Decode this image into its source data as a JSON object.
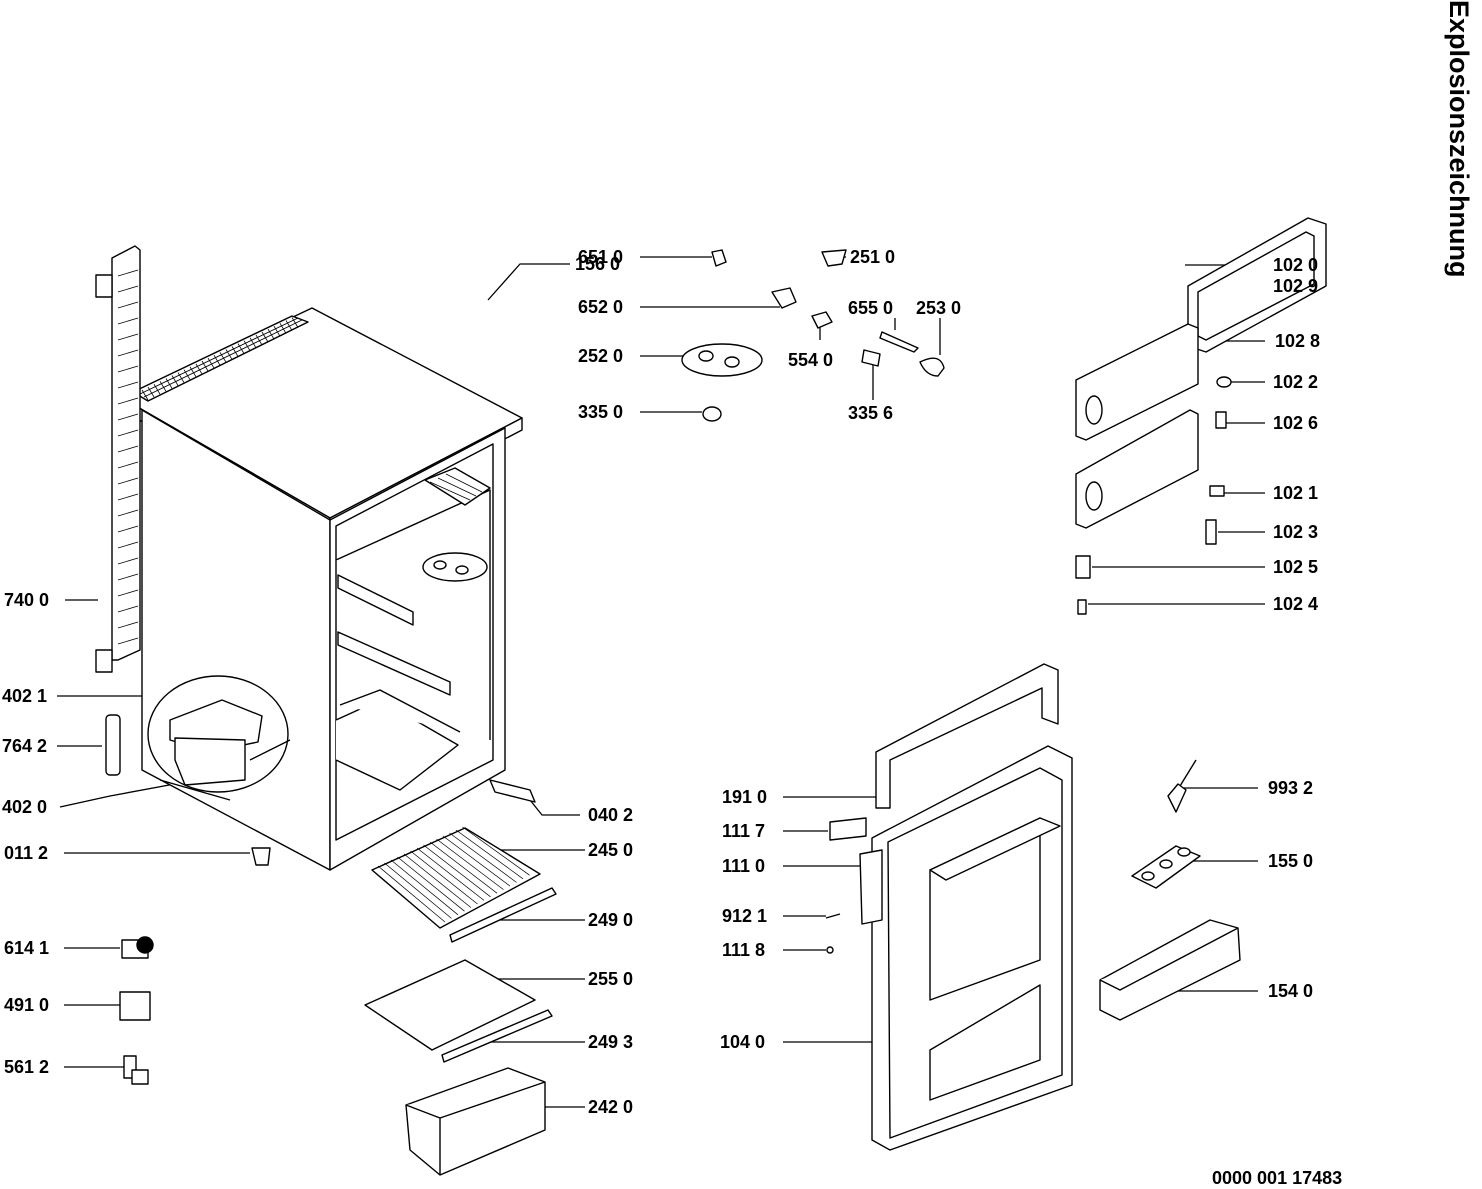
{
  "title": "Explosionszeichnung",
  "document_number": "0000  001 17483",
  "labels": {
    "p651_0": "651 0",
    "p652_0": "652 0",
    "p252_0": "252 0",
    "p335_0": "335 0",
    "p251_0": "251 0",
    "p655_0": "655 0",
    "p253_0": "253 0",
    "p554_0": "554 0",
    "p335_6": "335 6",
    "p156_0": "156 0",
    "p740_0": "740 0",
    "p402_1": "402 1",
    "p764_2": "764 2",
    "p402_0": "402 0",
    "p011_2": "011 2",
    "p614_1": "614 1",
    "p491_0": "491 0",
    "p561_2": "561 2",
    "p040_2": "040 2",
    "p245_0": "245 0",
    "p249_0": "249 0",
    "p255_0": "255 0",
    "p249_3": "249 3",
    "p242_0": "242 0",
    "p102_9": "102 9",
    "p102_8": "102 8",
    "p102_2": "102 2",
    "p102_6": "102 6",
    "p102_0": "102 0",
    "p102_1": "102 1",
    "p102_3": "102 3",
    "p102_5": "102 5",
    "p102_4": "102 4",
    "p191_0": "191 0",
    "p111_7": "111 7",
    "p111_0": "111 0",
    "p912_1": "912 1",
    "p111_8": "111 8",
    "p104_0": "104 0",
    "p993_2": "993 2",
    "p155_0": "155 0",
    "p154_0": "154 0"
  }
}
